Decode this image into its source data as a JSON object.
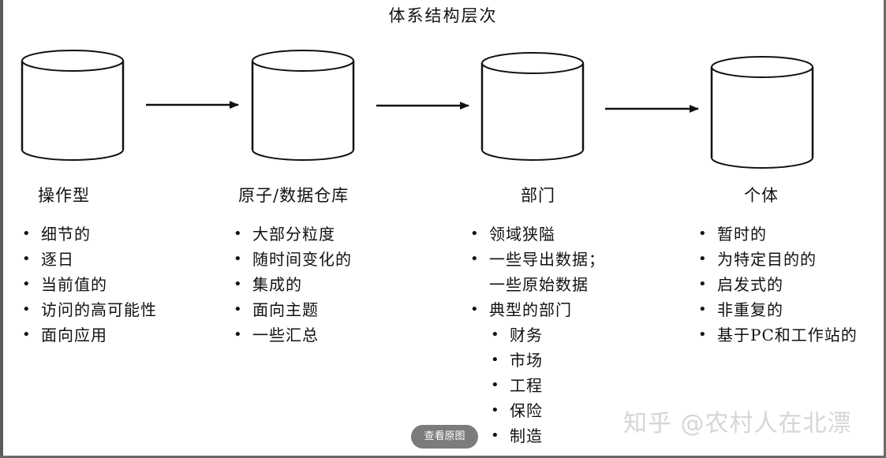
{
  "title": "体系结构层次",
  "stages": [
    {
      "label": "操作型",
      "bullets": [
        {
          "text": "细节的"
        },
        {
          "text": "逐日"
        },
        {
          "text": "当前值的"
        },
        {
          "text": "访问的高可能性"
        },
        {
          "text": "面向应用"
        }
      ]
    },
    {
      "label": "原子/数据仓库",
      "bullets": [
        {
          "text": "大部分粒度"
        },
        {
          "text": "随时间变化的"
        },
        {
          "text": "集成的"
        },
        {
          "text": "面向主题"
        },
        {
          "text": "一些汇总"
        }
      ]
    },
    {
      "label": "部门",
      "bullets": [
        {
          "text": "领域狭隘"
        },
        {
          "text": "一些导出数据；"
        },
        {
          "text": "一些原始数据"
        },
        {
          "text": "典型的部门"
        },
        {
          "text": "财务"
        },
        {
          "text": "市场"
        },
        {
          "text": "工程"
        },
        {
          "text": "保险"
        },
        {
          "text": "制造"
        }
      ]
    },
    {
      "label": "个体",
      "bullets": [
        {
          "text": "暂时的"
        },
        {
          "text": "为特定目的的"
        },
        {
          "text": "启发式的"
        },
        {
          "text": "非重复的"
        },
        {
          "text": "基于PC和工作站的"
        }
      ]
    }
  ],
  "watermark": "知乎 @农村人在北漂",
  "view_original_button": "查看原图"
}
